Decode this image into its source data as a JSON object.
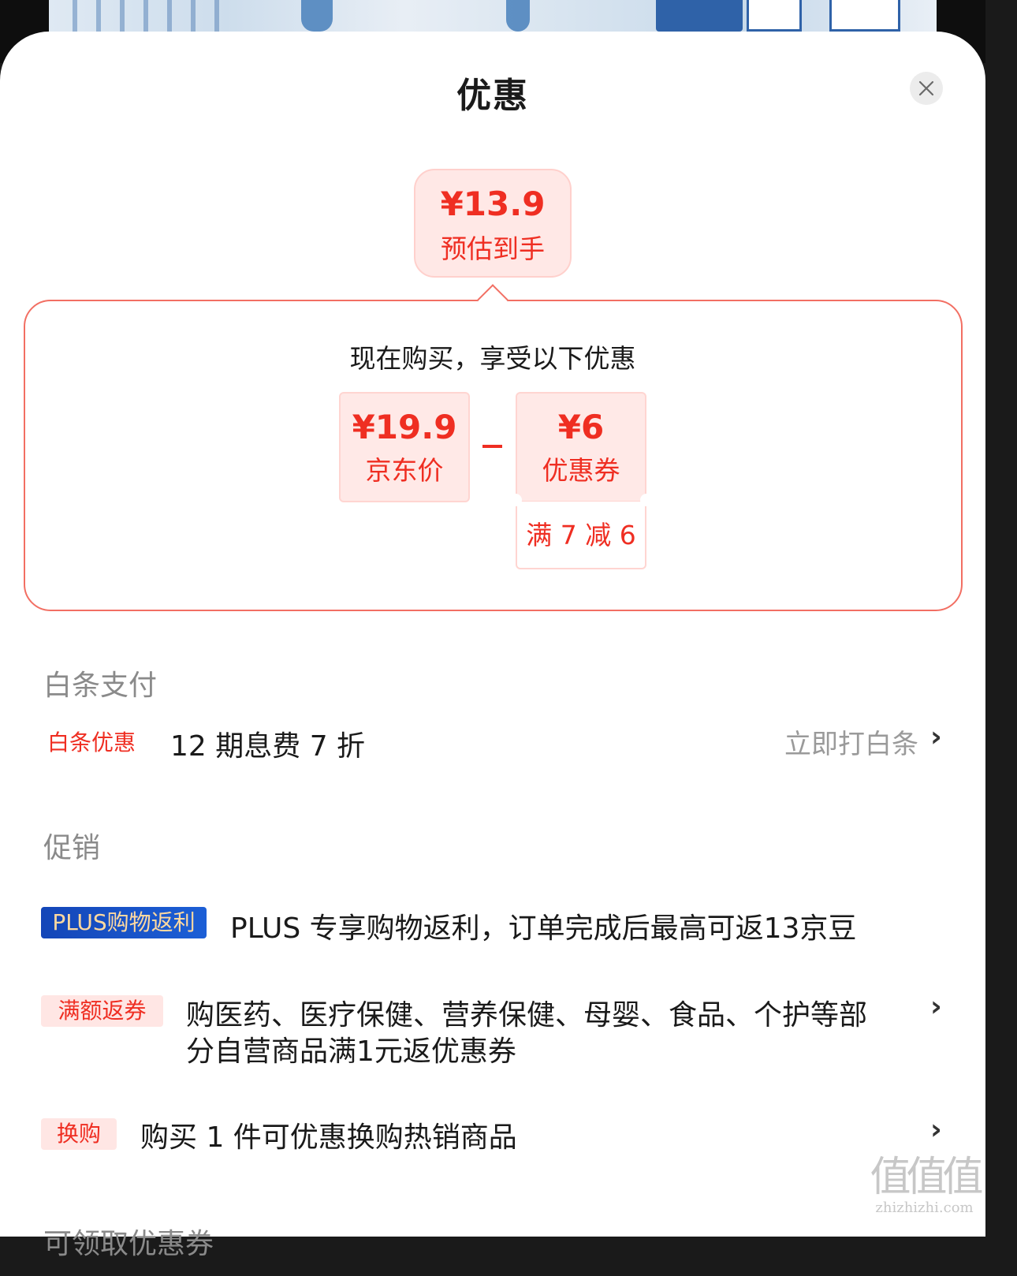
{
  "sheet": {
    "title": "优惠"
  },
  "estimate": {
    "price": "¥13.9",
    "label": "预估到手"
  },
  "deal": {
    "heading": "现在购买，享受以下优惠",
    "jd_price": {
      "value": "¥19.9",
      "label": "京东价"
    },
    "coupon": {
      "value": "¥6",
      "label": "优惠券",
      "condition": "满 7 减 6"
    }
  },
  "baitiao": {
    "section_title": "白条支付",
    "tag": "白条优惠",
    "text": "12 期息费 7 折",
    "action": "立即打白条"
  },
  "promo": {
    "section_title": "促销",
    "items": [
      {
        "tag": "PLUS购物返利",
        "text": "PLUS 专享购物返利，订单完成后最高可返13京豆"
      },
      {
        "tag": "满额返券",
        "text_line1": "购医药、医疗保健、营养保健、母婴、食品、个护等部",
        "text_line2": "分自营商品满1元返优惠券"
      },
      {
        "tag": "换购",
        "text": "购买 1 件可优惠换购热销商品"
      }
    ]
  },
  "coupons": {
    "section_title": "可领取优惠券"
  },
  "watermark": {
    "glyphs": "值值值",
    "site": "zhizhizhi.com"
  },
  "colors": {
    "accent": "#ef2e22",
    "plus_blue": "#1446b8",
    "tag_pink": "#ffe6e4"
  },
  "icons": {
    "close": "close-icon",
    "chevron": "chevron-right-icon"
  }
}
